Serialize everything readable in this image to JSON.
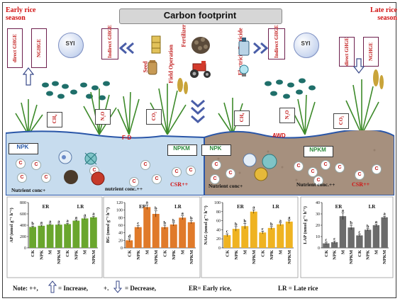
{
  "title": "Carbon footprint",
  "seasons": {
    "early": "Early rice season",
    "late": "Late rice season"
  },
  "top_boxes": {
    "left_direct": "direct GHGE",
    "left_nghge": "NGHGE",
    "left_indirect": "Indirect GHGE",
    "right_indirect": "Indirect GHGE",
    "right_direct": "direct GHGE",
    "right_nghge": "NGHGE",
    "syi": "SYI"
  },
  "inputs": [
    "Seed",
    "Diesel",
    "Field Operation",
    "Fertilizer",
    "Electricity",
    "Pesticide"
  ],
  "gases": {
    "ch4": "CH₄",
    "n2o": "N₂O",
    "co2": "CO₂"
  },
  "soil": {
    "left_label": "NPK",
    "left_regime": "F-D",
    "right_regime": "AWD",
    "npkm_left": "NPKM",
    "npk_right": "NPK",
    "npkm_right": "NPKM",
    "nutrient_1": "Nutrient conc+",
    "nutrient_2": "nutrient conc.++",
    "nutrient_3": "Nutrient conc+",
    "nutrient_4": "Nutrient conc.++",
    "csr_1": "CSR++",
    "csr_2": "CSR++",
    "carbon": "C"
  },
  "note": {
    "prefix": "Note: ++,",
    "increase": "= Increase,",
    "plus_label": "+.",
    "decrease": "= Decrease,",
    "er": "ER= Early rice,",
    "lr": "LR = Late rice"
  },
  "colors": {
    "ap": "#6aa62d",
    "bg": "#e07a2a",
    "nag": "#efb321",
    "lap": "#6b6b6b",
    "soil_left": "#c7dcee",
    "soil_right": "#a6907e",
    "title_bg": "#d6d6d6"
  },
  "chart_data": [
    {
      "type": "bar",
      "title": "",
      "ylabel": "AP (nmol g⁻¹ h⁻¹)",
      "ylim": [
        0,
        800
      ],
      "yticks": [
        0,
        200,
        400,
        600,
        800
      ],
      "groups": [
        "ER",
        "LR"
      ],
      "categories": [
        "CK",
        "NPK",
        "M",
        "NPKM"
      ],
      "series": [
        {
          "values": [
            370,
            390,
            410,
            410
          ],
          "errors": [
            15,
            15,
            15,
            15
          ],
          "letters": [
            "b",
            "a",
            "a",
            "a"
          ]
        },
        {
          "values": [
            420,
            480,
            520,
            540
          ],
          "errors": [
            15,
            15,
            20,
            20
          ],
          "letters": [
            "a",
            "a",
            "a",
            "a"
          ]
        }
      ]
    },
    {
      "type": "bar",
      "title": "",
      "ylabel": "BG (nmol g⁻¹ h⁻¹)",
      "ylim": [
        0,
        120
      ],
      "yticks": [
        0,
        20,
        40,
        60,
        80,
        100,
        120
      ],
      "groups": [
        "ER",
        "LR"
      ],
      "categories": [
        "CK",
        "NPK",
        "M",
        "NPKM"
      ],
      "series": [
        {
          "values": [
            20,
            55,
            108,
            90
          ],
          "errors": [
            4,
            4,
            6,
            8
          ],
          "letters": [
            "d",
            "c",
            "a",
            "b"
          ]
        },
        {
          "values": [
            55,
            62,
            80,
            68
          ],
          "errors": [
            5,
            4,
            5,
            4
          ],
          "letters": [
            "b",
            "b",
            "a",
            "b"
          ]
        }
      ]
    },
    {
      "type": "bar",
      "title": "",
      "ylabel": "NAG (nmol g⁻¹ h⁻¹)",
      "ylim": [
        0,
        100
      ],
      "yticks": [
        0,
        20,
        40,
        60,
        80,
        100
      ],
      "groups": [
        "ER",
        "LR"
      ],
      "categories": [
        "CK",
        "NPK",
        "M",
        "NPKM"
      ],
      "series": [
        {
          "values": [
            28,
            42,
            48,
            80
          ],
          "errors": [
            3,
            5,
            6,
            4
          ],
          "letters": [
            "c",
            "b",
            "b",
            "a"
          ]
        },
        {
          "values": [
            34,
            44,
            52,
            58
          ],
          "errors": [
            3,
            3,
            3,
            4
          ],
          "letters": [
            "c",
            "b",
            "a",
            "a"
          ]
        }
      ]
    },
    {
      "type": "bar",
      "title": "",
      "ylabel": "LAP (nmol g⁻¹ h⁻¹)",
      "ylim": [
        0,
        40
      ],
      "yticks": [
        0,
        10,
        20,
        30,
        40
      ],
      "groups": [
        "ER",
        "LR"
      ],
      "categories": [
        "CK",
        "NPK",
        "M",
        "NPKM"
      ],
      "series": [
        {
          "values": [
            4,
            5,
            28,
            18
          ],
          "errors": [
            1,
            1,
            3,
            2
          ],
          "letters": [
            "c",
            "c",
            "a",
            "b"
          ]
        },
        {
          "values": [
            11,
            16,
            20,
            27
          ],
          "errors": [
            1,
            1,
            1,
            1
          ],
          "letters": [
            "c",
            "b",
            "a",
            "a"
          ]
        }
      ]
    }
  ]
}
